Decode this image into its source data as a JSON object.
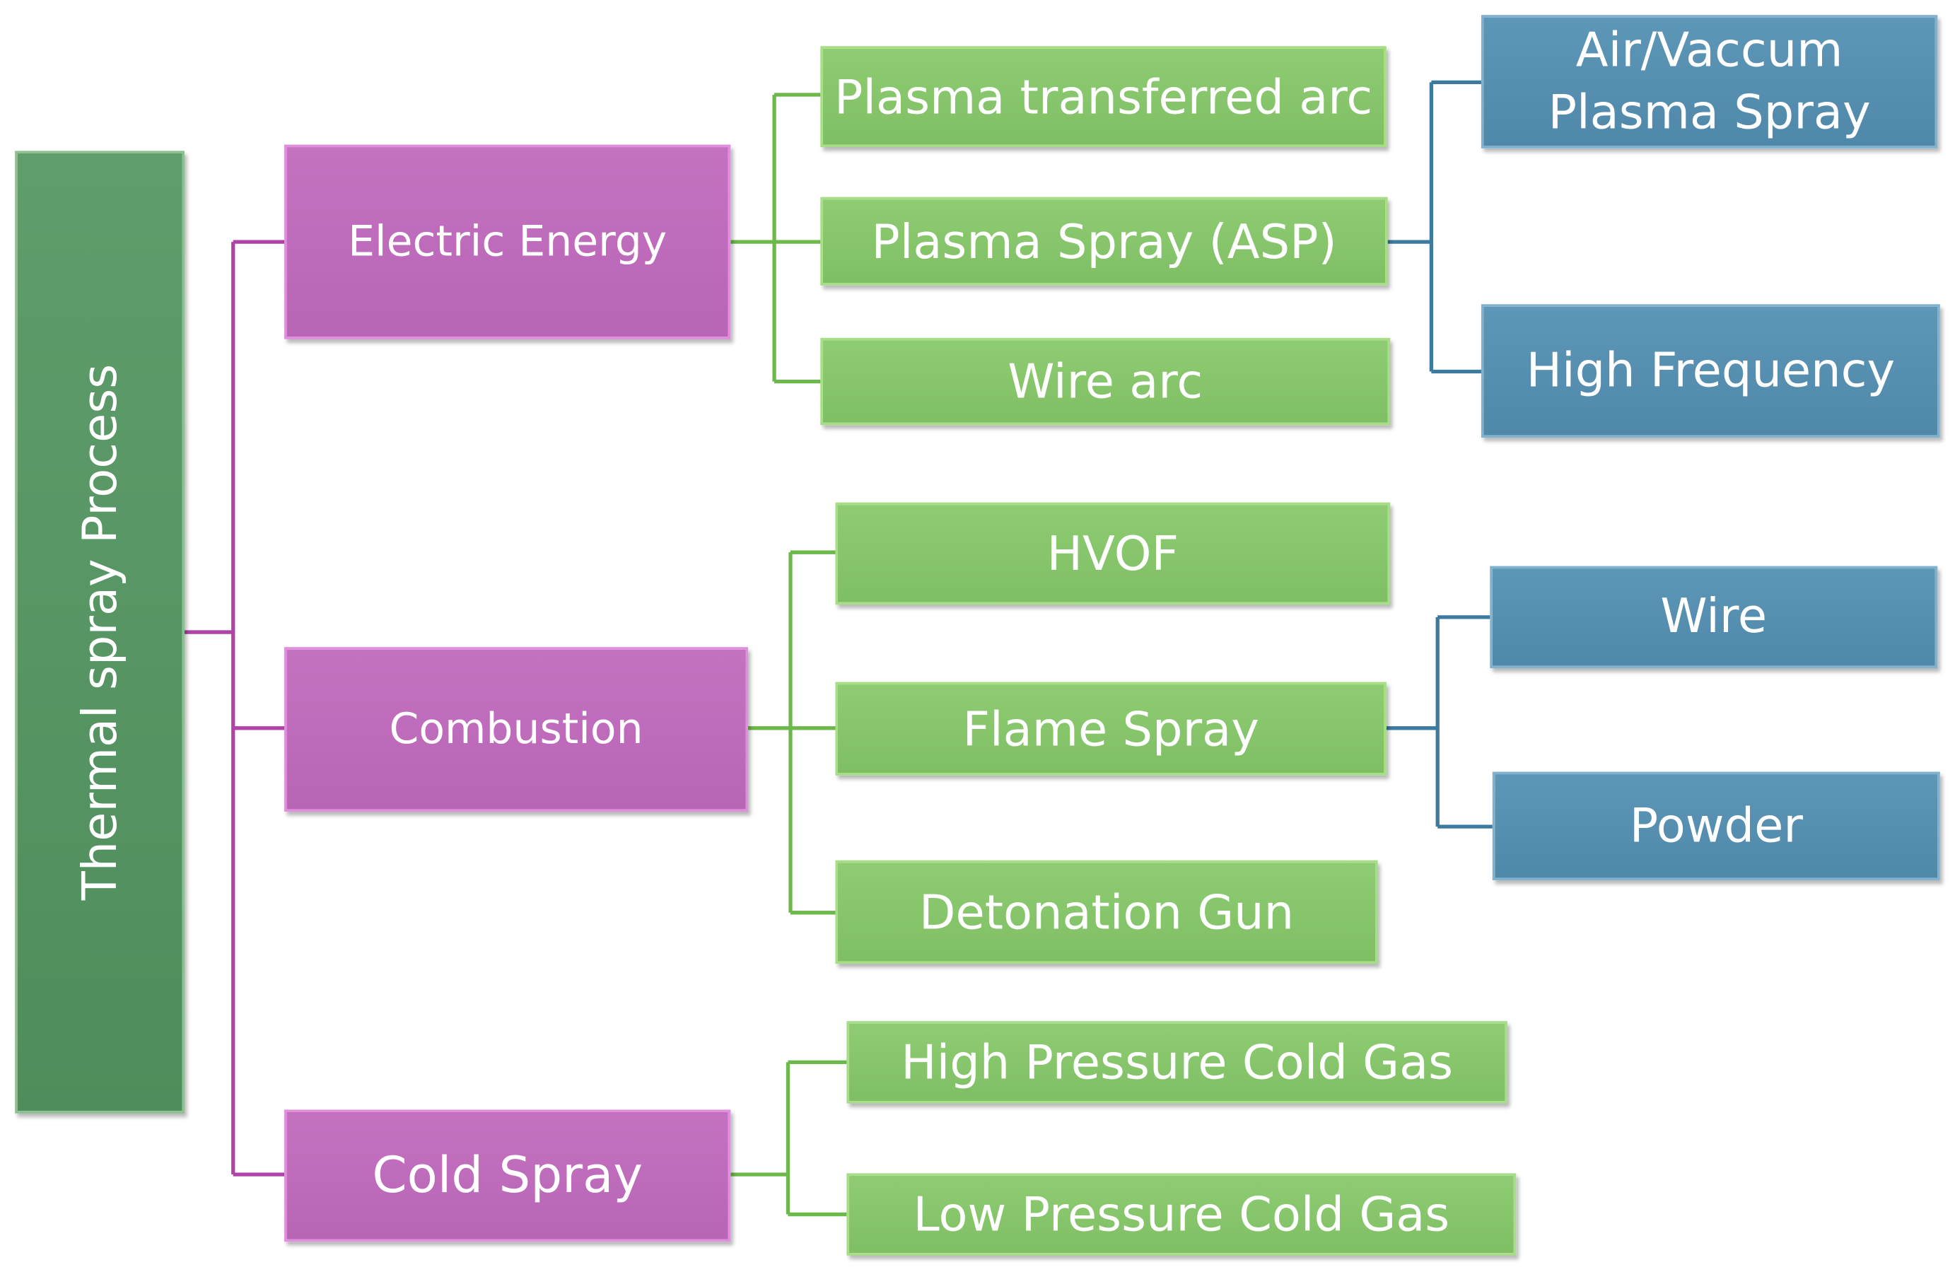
{
  "diagram": {
    "root": {
      "label": "Thermal spray Process"
    },
    "categories": [
      {
        "label": "Electric Energy",
        "methods": [
          {
            "label": "Plasma transferred arc"
          },
          {
            "label": "Plasma Spray (ASP)",
            "variants": [
              {
                "label": "Air/Vaccum Plasma Spray"
              },
              {
                "label": "High Frequency"
              }
            ]
          },
          {
            "label": "Wire arc"
          }
        ]
      },
      {
        "label": "Combustion",
        "methods": [
          {
            "label": "HVOF"
          },
          {
            "label": "Flame Spray",
            "variants": [
              {
                "label": "Wire"
              },
              {
                "label": "Powder"
              }
            ]
          },
          {
            "label": "Detonation Gun"
          }
        ]
      },
      {
        "label": "Cold Spray",
        "methods": [
          {
            "label": "High Pressure Cold Gas"
          },
          {
            "label": "Low Pressure Cold Gas"
          }
        ]
      }
    ],
    "colors": {
      "root": "#589864",
      "category": "#be6cbb",
      "method": "#87c66c",
      "variant": "#5890b0",
      "category_line": "#b042a8",
      "method_line": "#6cb84a",
      "variant_line": "#3c7aa0"
    }
  }
}
